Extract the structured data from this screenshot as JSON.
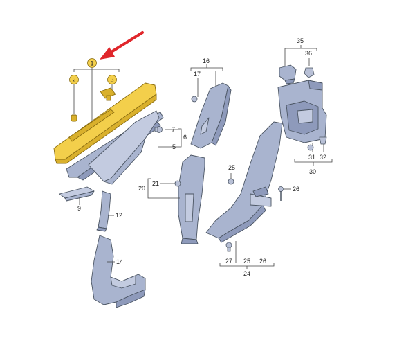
{
  "diagram": {
    "callouts": {
      "c1": "1",
      "c2": "2",
      "c3": "3",
      "c5": "5",
      "c6": "6",
      "c7": "7",
      "c9": "9",
      "c12": "12",
      "c14": "14",
      "c16": "16",
      "c17": "17",
      "c20": "20",
      "c21": "21",
      "c24": "24",
      "c25a": "25",
      "c25b": "25",
      "c26a": "26",
      "c26b": "26",
      "c27": "27",
      "c30": "30",
      "c31": "31",
      "c32": "32",
      "c35": "35",
      "c36": "36"
    },
    "colors": {
      "highlight": "#f3cf4b",
      "arrow": "#e0262b",
      "trim": "#a9b4cf"
    }
  }
}
